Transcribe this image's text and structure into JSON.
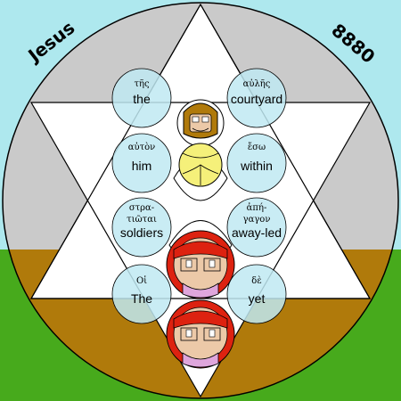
{
  "header": {
    "name": "Jesus",
    "number": "8880"
  },
  "colors": {
    "sky": "#aee8ee",
    "grass": "#47aa1c",
    "earth": "#b07a0b",
    "gray": "#cacaca",
    "bubble": "#bfe9f2",
    "halo_yellow": "#f5f07a",
    "cloak_red": "#dd2210",
    "face": "#ecc9a8",
    "robe_pink": "#dfa6dc"
  },
  "words": [
    {
      "greek": "τῆς",
      "english": "the"
    },
    {
      "greek": "αὐλῆς",
      "english": "courtyard"
    },
    {
      "greek": "αὐτὸν",
      "english": "him"
    },
    {
      "greek": "ἔσω",
      "english": "within"
    },
    {
      "greek": "στρα-",
      "greek2": "τιῶται",
      "english": "soldiers"
    },
    {
      "greek": "ἀπή-",
      "greek2": "γαγον",
      "english": "away-led"
    },
    {
      "greek": "Οἱ",
      "english": "The"
    },
    {
      "greek": "δὲ",
      "english": "yet"
    }
  ]
}
